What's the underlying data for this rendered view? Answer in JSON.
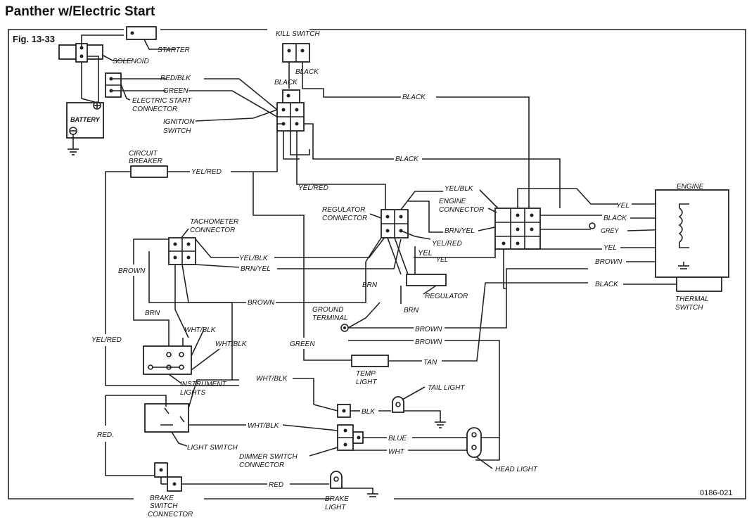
{
  "title": "Panther w/Electric Start",
  "figure": "Fig. 13-33",
  "code": "0186-021",
  "components": {
    "kill_switch": "KILL SWITCH",
    "starter": "STARTER",
    "solenoid": "SOLENOID",
    "battery": "BATTERY",
    "electric_start_connector": [
      "ELECTRIC START",
      "CONNECTOR"
    ],
    "ignition_switch": [
      "IGNITION",
      "SWITCH"
    ],
    "circuit_breaker": [
      "CIRCUIT",
      "BREAKER"
    ],
    "tachometer_connector": [
      "TACHOMETER",
      "CONNECTOR"
    ],
    "regulator_connector": [
      "REGULATOR",
      "CONNECTOR"
    ],
    "engine_connector": [
      "ENGINE",
      "CONNECTOR"
    ],
    "engine": "ENGINE",
    "regulator": "REGULATOR",
    "ground_terminal": [
      "GROUND",
      "TERMINAL"
    ],
    "thermal_switch": [
      "THERMAL",
      "SWITCH"
    ],
    "instrument_lights": [
      "INSTRUMENT",
      "LIGHTS"
    ],
    "temp_light": [
      "TEMP",
      "LIGHT"
    ],
    "tail_light": "TAIL LIGHT",
    "light_switch": "LIGHT SWITCH",
    "dimmer_switch_connector": [
      "DIMMER SWITCH",
      "CONNECTOR"
    ],
    "head_light": "HEAD LIGHT",
    "brake_switch_connector": [
      "BRAKE",
      "SWITCH",
      "CONNECTOR"
    ],
    "brake_light": [
      "BRAKE",
      "LIGHT"
    ]
  },
  "wires": {
    "red_blk": "RED/BLK",
    "green": "GREEN",
    "black": "BLACK",
    "yel_red": "YEL/RED",
    "yel_blk": "YEL/BLK",
    "brn_yel": "BRN/YEL",
    "brown": "BROWN",
    "brn": "BRN",
    "yel": "YEL",
    "grey": "GREY",
    "wht_blk": "WHT/BLK",
    "tan": "TAN",
    "blk": "BLK",
    "blue": "BLUE",
    "wht": "WHT",
    "red": "RED",
    "red_plain": "RED."
  }
}
